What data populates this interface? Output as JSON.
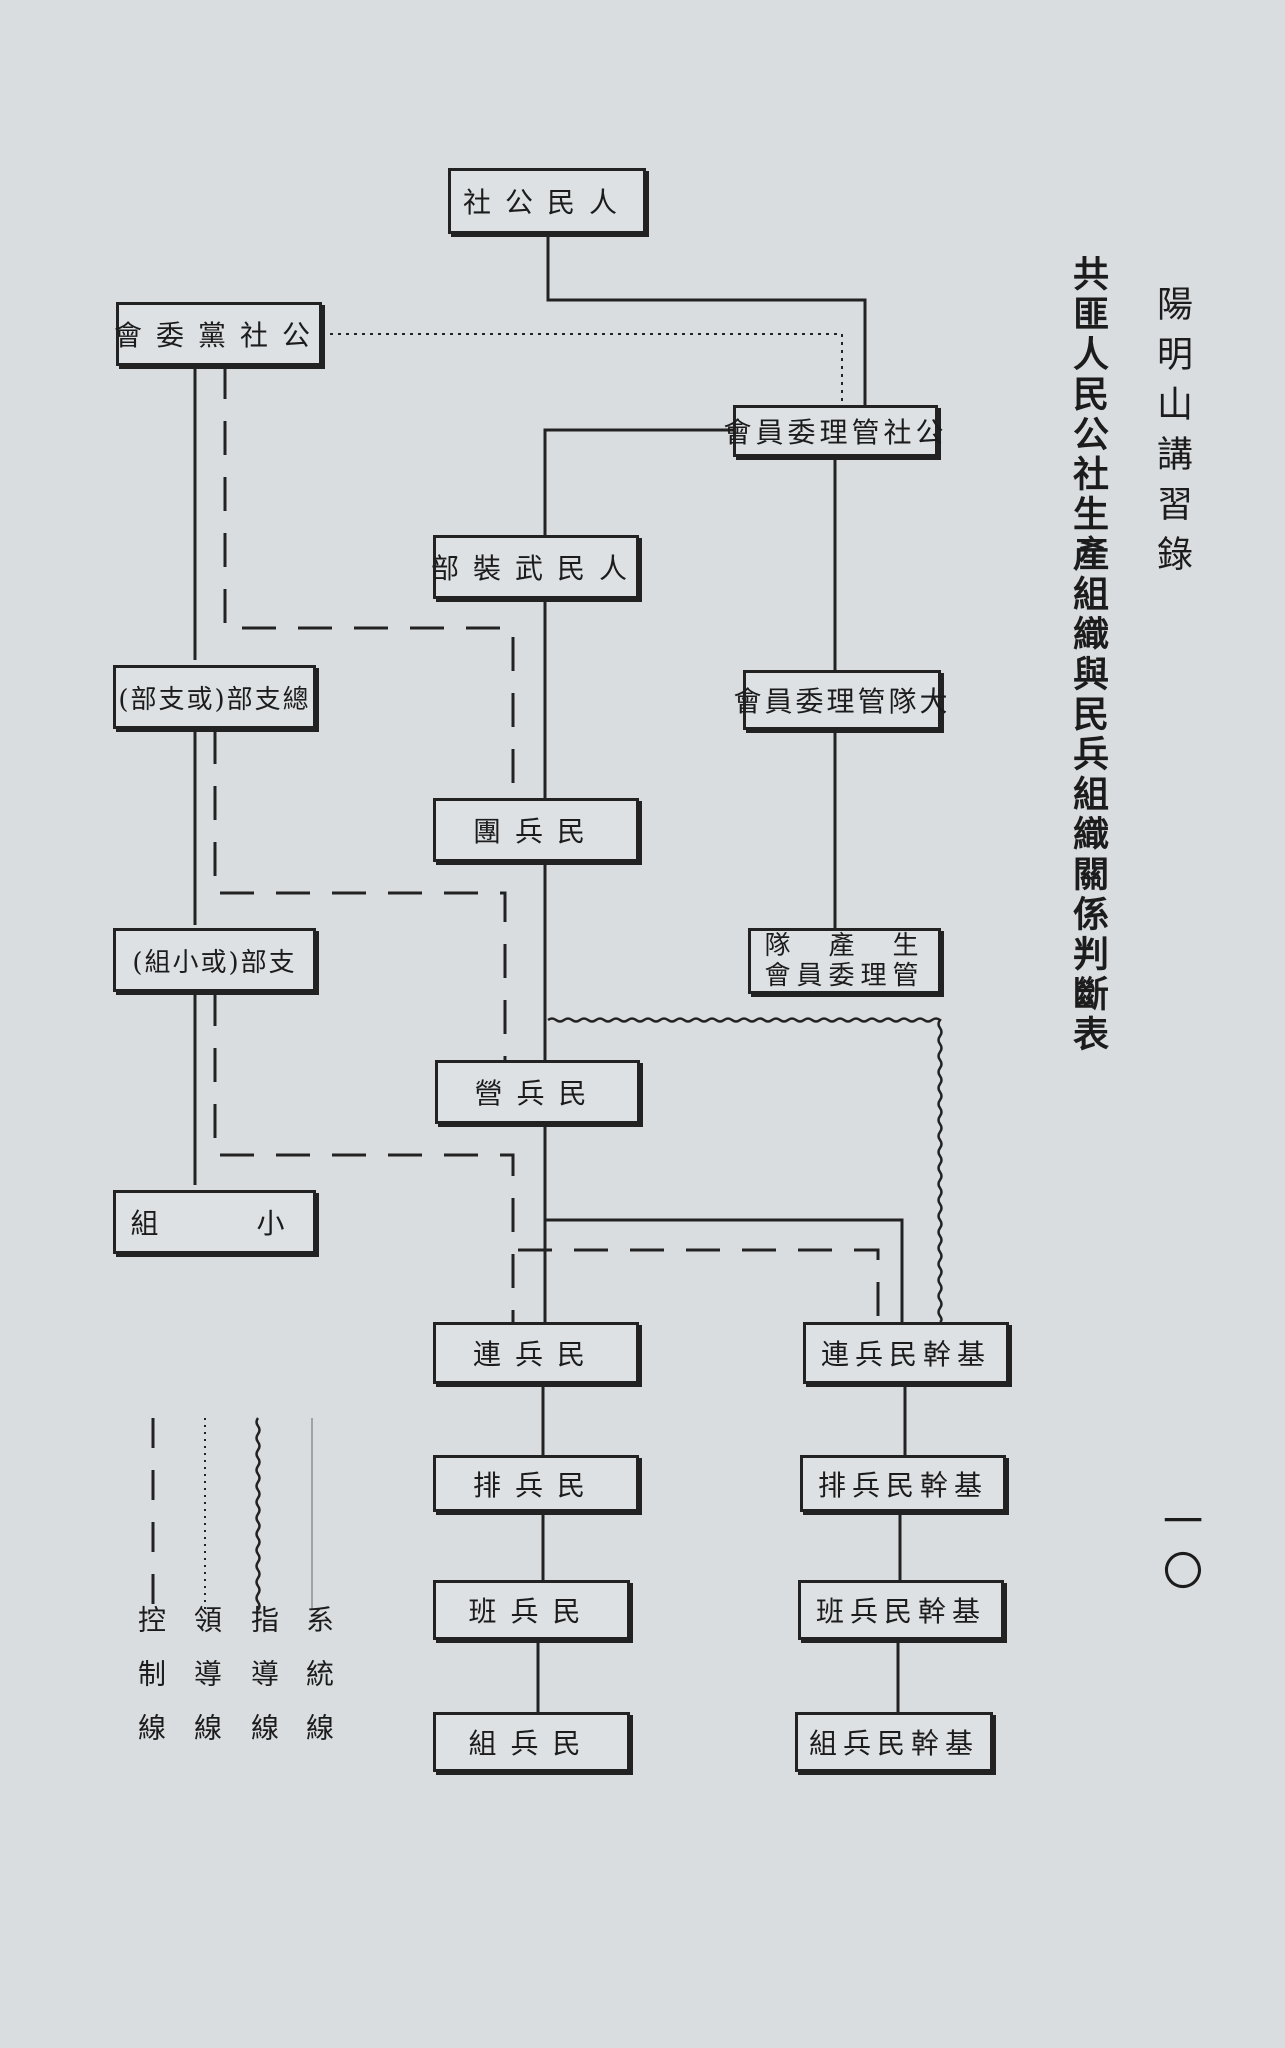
{
  "header": {
    "book_title": "陽明山講習錄",
    "diagram_title": "共匪人民公社生產組織與民兵組織關係判斷表",
    "page_number": "一〇"
  },
  "boxes": {
    "people_commune": "社公民人",
    "commune_party": "會委黨社公",
    "commune_mgmt": "會員委理管社公",
    "armed_dept": "部裝武民人",
    "general_branch": "(部支或)部支總",
    "brigade_mgmt": "會員委理管隊大",
    "militia_regiment": "團兵民",
    "prod_team_line1": "隊　產　生",
    "prod_team_line2": "會員委理管",
    "branch": "(組小或)部支",
    "militia_battalion": "營兵民",
    "group": "組　　小",
    "militia_company": "連兵民",
    "core_company": "連兵民幹基",
    "militia_platoon": "排兵民",
    "core_platoon": "排兵民幹基",
    "militia_squad": "班兵民",
    "core_squad": "班兵民幹基",
    "militia_group": "組兵民",
    "core_group": "組兵民幹基"
  },
  "legend": [
    {
      "label": "控制線",
      "style": "dashed"
    },
    {
      "label": "領導線",
      "style": "dotted"
    },
    {
      "label": "指導線",
      "style": "wavy"
    },
    {
      "label": "系統線",
      "style": "solid"
    }
  ]
}
